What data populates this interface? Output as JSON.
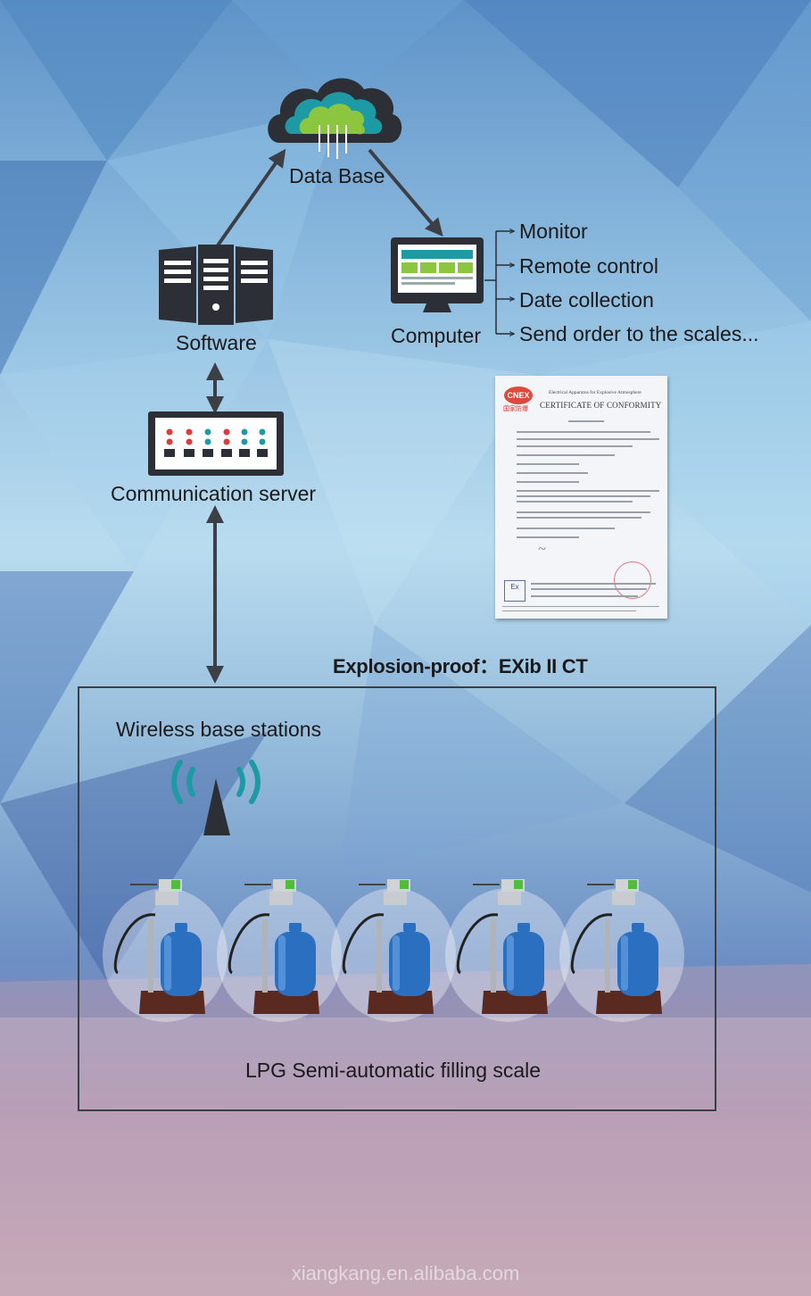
{
  "nodes": {
    "database": "Data Base",
    "software": "Software",
    "computer": "Computer",
    "comm_server": "Communication server",
    "wireless": "Wireless base stations",
    "scale": "LPG Semi-automatic filling scale"
  },
  "functions": [
    "Monitor",
    "Remote control",
    "Date collection",
    "Send order to the scales..."
  ],
  "explosion_proof": "Explosion-proof：EXib II CT",
  "certificate": {
    "logo": "CNEX",
    "logo_sub": "国家防爆",
    "header": "Electrical Apparatus for Explosive Atmosphere",
    "title": "CERTIFICATE OF CONFORMITY",
    "ex_mark": "Ex"
  },
  "watermark": "xiangkang.en.alibaba.com",
  "colors": {
    "arrow": "#3c3f45",
    "cloud_outer": "#2c3036",
    "cloud_inner": "#1e9aa4",
    "tree_green": "#8cc63f",
    "cylinder_blue": "#2a6fc0",
    "scale_display": "#4fbf3a"
  }
}
